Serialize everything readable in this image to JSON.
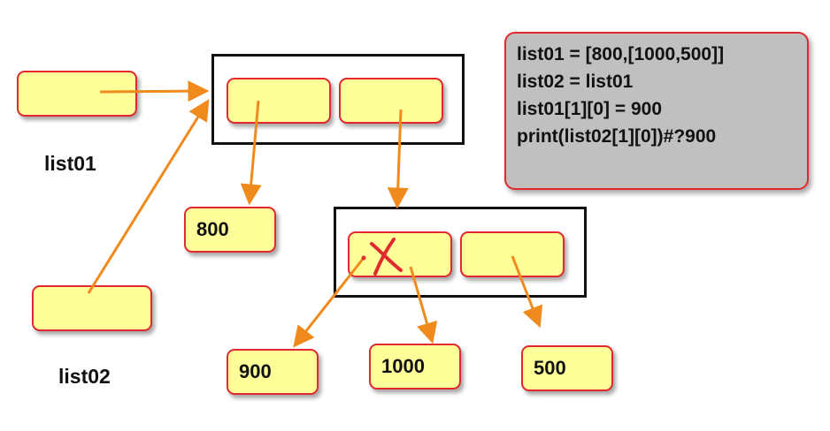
{
  "labels": {
    "list01": "list01",
    "list02": "list02"
  },
  "values": {
    "v800": "800",
    "v900": "900",
    "v1000": "1000",
    "v500": "500"
  },
  "code": [
    "list01 = [800,[1000,500]]",
    "list02 = list01",
    "list01[1][0] = 900",
    "print(list02[1][0])#?900"
  ],
  "colors": {
    "arrow": "#f08a1c",
    "cell_fill": "#ffff99",
    "cell_border": "#e0282e",
    "frame": "#111111",
    "code_bg": "#c0c0c0",
    "cross": "#e0282e"
  }
}
